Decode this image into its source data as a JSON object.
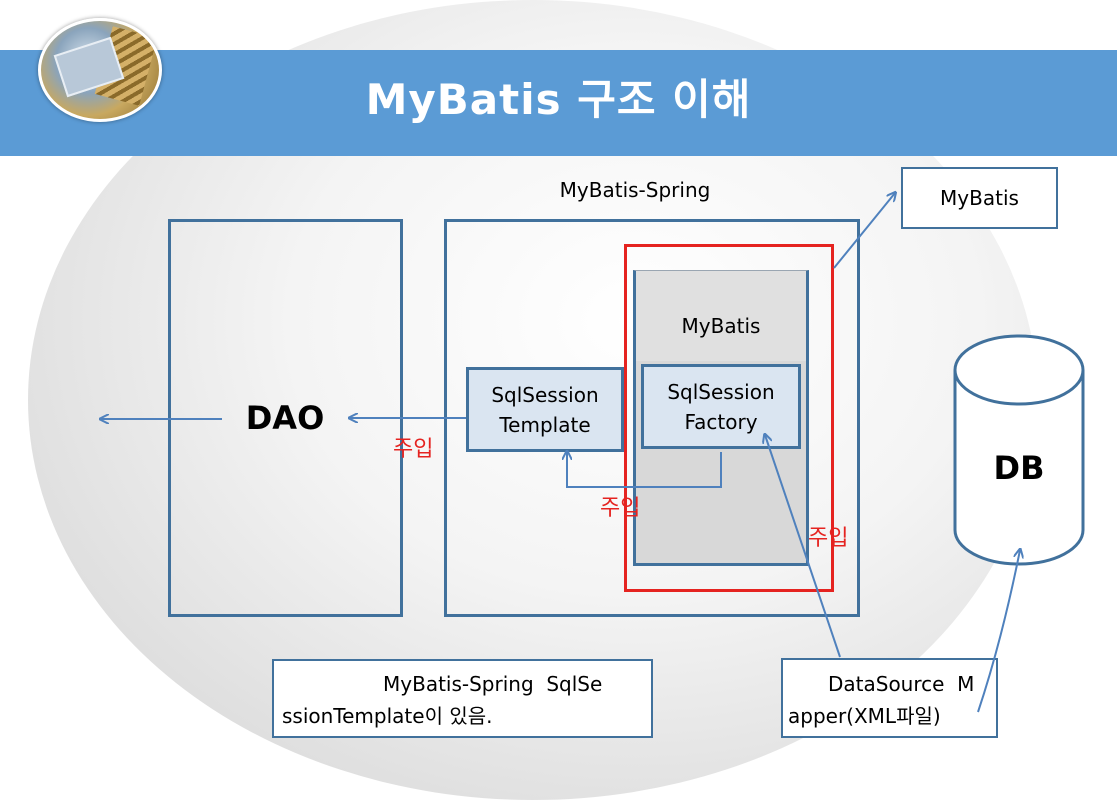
{
  "slide": {
    "title": "MyBatis 구조 이해"
  },
  "diagram": {
    "dao_label": "DAO",
    "spring_label": "MyBatis-Spring",
    "template_line1": "SqlSession",
    "template_line2": "Template",
    "mybatis_inner_label": "MyBatis",
    "factory_line1": "SqlSession",
    "factory_line2": "Factory",
    "mybatis_callout": "MyBatis",
    "db_label": "DB",
    "inject_dao": "주입",
    "inject_template": "주입",
    "inject_factory": "주입",
    "note_line1": "MyBatis-Spring  SqlSe",
    "note_line2": "ssionTemplate이 있음.",
    "datasource_line1": "DataSource  M",
    "datasource_line2": "apper(XML파일)"
  },
  "colors": {
    "title_bar": "#5b9bd5",
    "box_border": "#41719c",
    "highlight_border": "#e52320",
    "inject_text": "#e52320",
    "arrow": "#4f81bd",
    "inner_fill": "#dcdcdc",
    "blue_box_fill": "#dae5f1"
  }
}
